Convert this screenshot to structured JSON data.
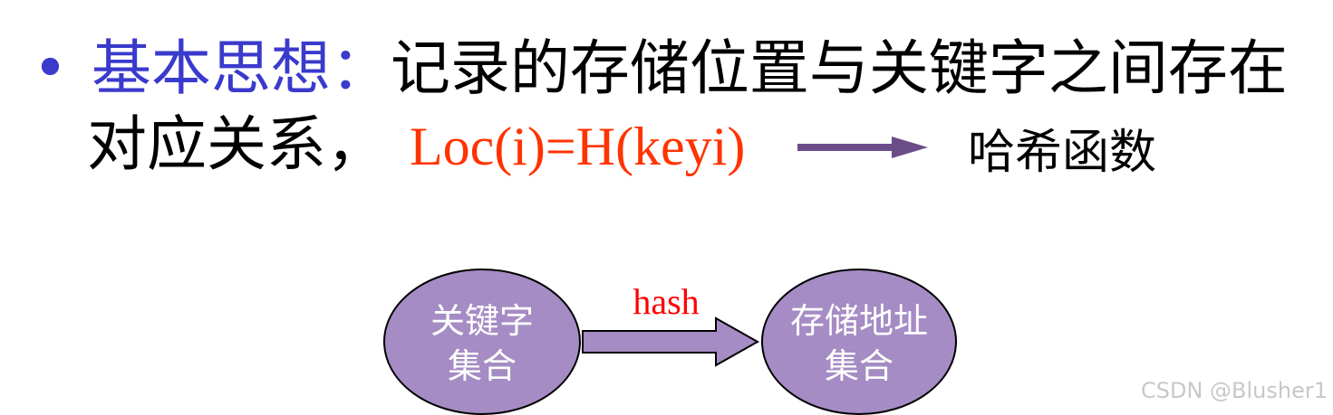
{
  "heading": {
    "bullet": "•",
    "label": "基本思想：",
    "text_line1": "记录的存储位置与关键字之间存在",
    "text_line2": "对应关系，",
    "formula": "Loc(i)=H(keyi)",
    "arrow_target": "哈希函数"
  },
  "diagram": {
    "source_node": {
      "line1": "关键字",
      "line2": "集合"
    },
    "edge_label": "hash",
    "target_node": {
      "line1": "存储地址",
      "line2": "集合"
    }
  },
  "colors": {
    "label_blue": "#3a3acd",
    "formula_red": "#ff3300",
    "edge_red": "#ff0000",
    "node_fill": "#a58cc4",
    "arrow_fill": "#a58cc4",
    "inline_arrow": "#6b4d8a"
  },
  "watermark": "CSDN @Blusher1"
}
